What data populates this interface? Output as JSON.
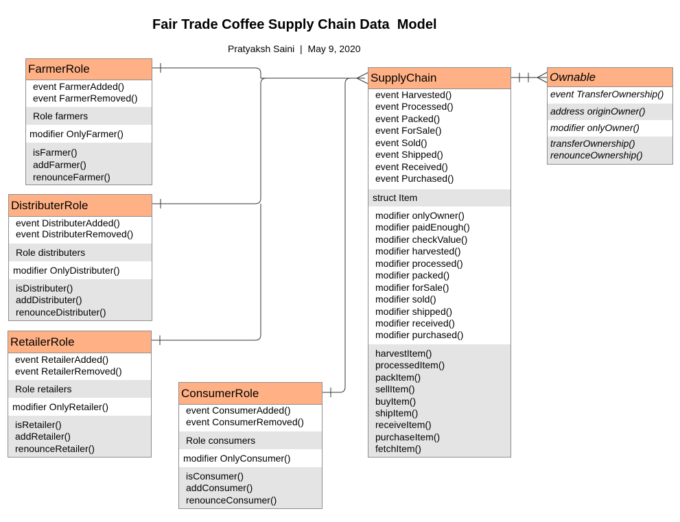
{
  "title": "Fair Trade Coffee Supply Chain Data  Model",
  "subtitle": "Pratyaksh Saini  |  May 9, 2020",
  "classes": {
    "farmer": {
      "name": "FarmerRole",
      "events": [
        "event FarmerAdded()",
        "event FarmerRemoved()"
      ],
      "role": "Role farmers",
      "modifier": "modifier OnlyFarmer()",
      "functions": [
        "isFarmer()",
        "addFarmer()",
        "renounceFarmer()"
      ]
    },
    "distributer": {
      "name": "DistributerRole",
      "events": [
        "event DistributerAdded()",
        "event DistributerRemoved()"
      ],
      "role": "Role distributers",
      "modifier": "modifier OnlyDistributer()",
      "functions": [
        "isDistributer()",
        "addDistributer()",
        "renounceDistributer()"
      ]
    },
    "retailer": {
      "name": "RetailerRole",
      "events": [
        "event RetailerAdded()",
        "event RetailerRemoved()"
      ],
      "role": "Role retailers",
      "modifier": "modifier OnlyRetailer()",
      "functions": [
        "isRetailer()",
        "addRetailer()",
        "renounceRetailer()"
      ]
    },
    "consumer": {
      "name": "ConsumerRole",
      "events": [
        "event ConsumerAdded()",
        "event ConsumerRemoved()"
      ],
      "role": "Role consumers",
      "modifier": "modifier OnlyConsumer()",
      "functions": [
        "isConsumer()",
        "addConsumer()",
        "renounceConsumer()"
      ]
    },
    "supplychain": {
      "name": "SupplyChain",
      "events": [
        "event Harvested()",
        "event Processed()",
        "event Packed()",
        "event ForSale()",
        "event Sold()",
        "event Shipped()",
        "event Received()",
        "event Purchased()"
      ],
      "struct": "struct Item",
      "modifiers": [
        "modifier onlyOwner()",
        "modifier paidEnough()",
        "modifier checkValue()",
        "modifier harvested()",
        "modifier processed()",
        "modifier packed()",
        "modifier forSale()",
        "modifier sold()",
        "modifier shipped()",
        "modifier received()",
        "modifier purchased()"
      ],
      "functions": [
        "harvestItem()",
        "processedItem()",
        "packItem()",
        "sellItem()",
        "buyItem()",
        "shipItem()",
        "receiveItem()",
        "purchaseItem()",
        "fetchItem()"
      ]
    },
    "ownable": {
      "name": "Ownable",
      "event": "event TransferOwnership()",
      "address": "address originOwner()",
      "modifier": "modifier onlyOwner()",
      "functions": [
        "transferOwnership()",
        "renounceOwnership()"
      ]
    }
  },
  "colors": {
    "header": "#ffb185",
    "section_gray": "#e4e4e4",
    "border": "#8c8c8c",
    "line": "#000000"
  }
}
